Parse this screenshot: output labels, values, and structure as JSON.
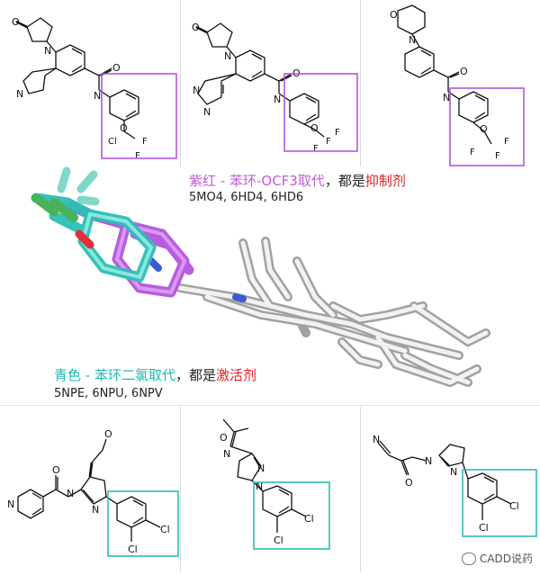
{
  "top_caption": {
    "prefix": "紫红",
    "dash": " - ",
    "group": "苯环-OCF3取代",
    "sep": "，",
    "verb": "都是",
    "role": "抑制剂",
    "codes": "5MO4, 6HD4, 6HD6",
    "prefix_color": "#c25bd9",
    "role_color": "#e02020"
  },
  "bottom_caption": {
    "prefix": "青色",
    "dash": " - ",
    "group": "苯环二氯取代",
    "sep": "，",
    "verb": "都是",
    "role": "激活剂",
    "codes": "5NPE, 6NPU, 6NPV",
    "prefix_color": "#1fb9b0",
    "role_color": "#e02020"
  },
  "atoms": {
    "hydroxyl": "O",
    "oxygen": "O",
    "nitrogen": "N",
    "amide_n": "N",
    "fluorine": "F",
    "chlorine": "Cl"
  },
  "watermark": {
    "text": "CADD说药"
  },
  "colors": {
    "magenta": "#b455e0",
    "cyan": "#2bbfb4",
    "grey_stick": "#e6e6e6"
  }
}
